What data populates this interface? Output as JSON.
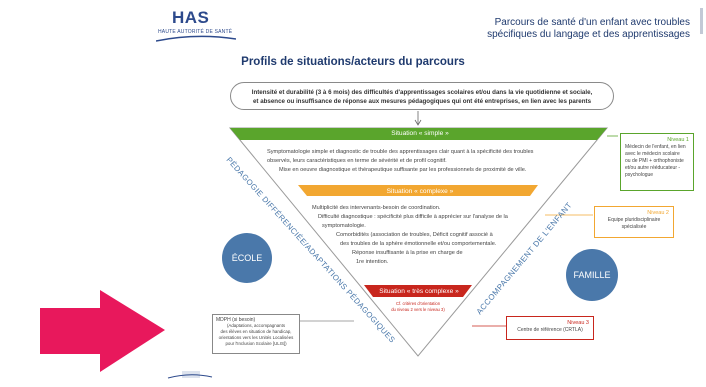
{
  "logo": {
    "name": "HAS",
    "subtitle": "HAUTE AUTORITÉ DE SANTÉ"
  },
  "header": {
    "title_line1": "Parcours de santé d'un enfant avec troubles",
    "title_line2": "spécifiques du langage et des apprentissages"
  },
  "main_title": "Profils de situations/acteurs du parcours",
  "intro": {
    "line1": "Intensité et durabilité (3 à 6 mois) des difficultés d'apprentissages scolaires et/ou dans la vie quotidienne et sociale,",
    "line2": "et absence ou insuffisance de réponse aux mesures pédagogiques qui ont été entreprises, en lien avec les parents"
  },
  "situations": {
    "simple": {
      "label": "Situation « simple »",
      "line1": "Symptomatologie simple et diagnostic de trouble des apprentissages clair quant à la spécificité des troubles",
      "line2": "observés, leurs caractéristiques en terme de sévérité et de profil cognitif.",
      "line3": "Mise en oeuvre diagnostique et thérapeutique suffisante par les professionnels de proximité de ville."
    },
    "complexe": {
      "label": "Situation « complexe »",
      "line1": "Multiplicité des intervenants-besoin de coordination.",
      "line2": "Difficulté diagnostique : spécificité plus difficile à apprécier sur l'analyse de la",
      "line3": "symptomatologie.",
      "line4": "Comorbidités (association de troubles, Déficit cognitif associé à",
      "line5": "des troubles de la sphère émotionnelle et/ou comportementale.",
      "line6": "Réponse insuffisante à la prise en charge de",
      "line7": "1re intention."
    },
    "tres_complexe": {
      "label": "Situation « très complexe »",
      "note1": "Cf. critères d'orientation",
      "note2": "du niveau 2 vers le niveau 3)"
    }
  },
  "side_labels": {
    "left": "PÉDAGOGIE DIFFÉRENCIÉE/ADAPTATIONS PÉDAGOGIQUES",
    "right": "ACCOMPAGNEMENT DE L'ENFANT"
  },
  "circles": {
    "ecole": "ÉCOLE",
    "famille": "FAMILLE"
  },
  "niveaux": {
    "n1": {
      "title": "Niveau 1",
      "lines": [
        "Médecin de l'enfant, en lien",
        "avec le médecin scolaire",
        "ou de PMI + orthophoniste",
        "et/ou autre rééducateur -",
        "psychologue"
      ]
    },
    "n2": {
      "title": "Niveau 2",
      "lines": [
        "Equipe pluridisciplinaire",
        "spécialisée"
      ]
    },
    "n3": {
      "title": "Niveau 3",
      "lines": [
        "Centre de référence (CRTLA)"
      ]
    }
  },
  "mdph": {
    "title": "MDPH (si besoin)",
    "lines": [
      "(Adaptations, accompagnants",
      "des élèves en situation de handicap,",
      "orientations vers les Unités Localisées",
      "pour l'Inclusion Scolaire [ULIS])"
    ]
  },
  "colors": {
    "green": "#5aa52c",
    "orange": "#f2a731",
    "red": "#c8261d",
    "blue": "#4a78aa",
    "pink_arrow": "#e8185c",
    "triangle_border": "#9a9a9a"
  },
  "icons": {
    "arrow": "pink-right-arrow",
    "footer_logo": "has-footer-logo"
  }
}
